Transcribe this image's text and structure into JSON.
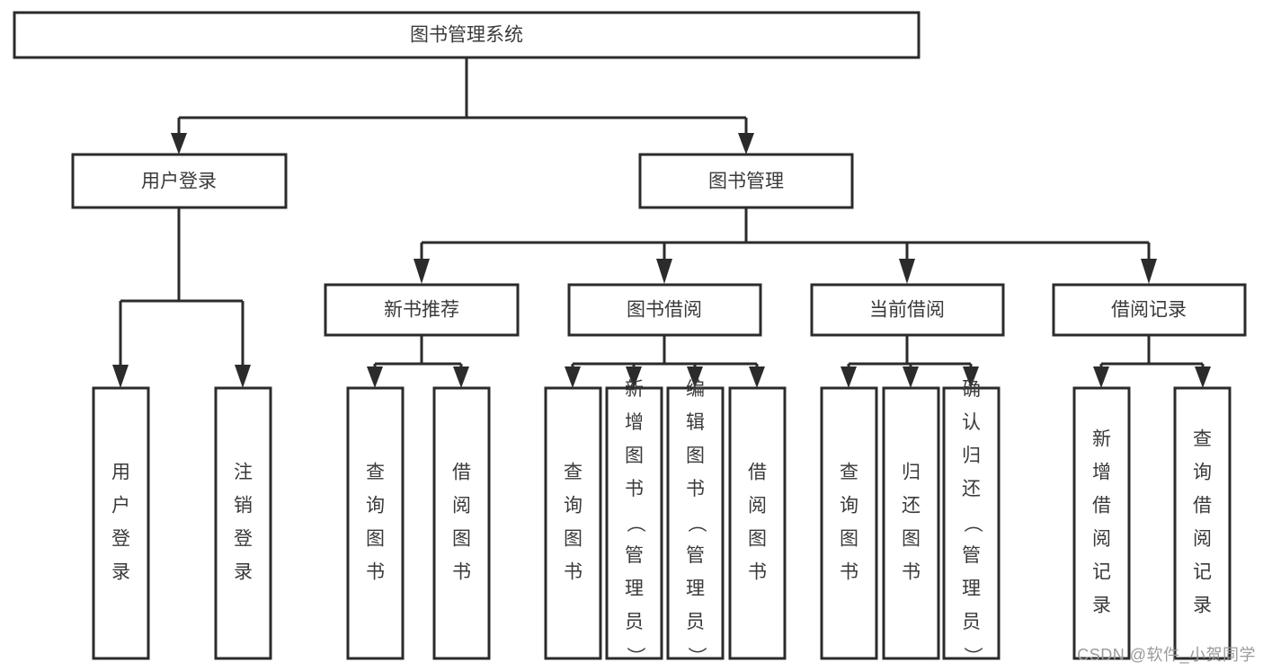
{
  "diagram": {
    "title_node": {
      "label": "图书管理系统"
    },
    "level2": [
      {
        "id": "user-login",
        "label": "用户登录"
      },
      {
        "id": "book-management",
        "label": "图书管理"
      }
    ],
    "level3": [
      {
        "id": "new-book-recommend",
        "label": "新书推荐"
      },
      {
        "id": "book-borrow",
        "label": "图书借阅"
      },
      {
        "id": "current-borrow",
        "label": "当前借阅"
      },
      {
        "id": "borrow-record",
        "label": "借阅记录"
      }
    ],
    "leaves": {
      "user_login": [
        {
          "id": "leaf-user-login",
          "label": "用户登录"
        },
        {
          "id": "leaf-logout-login",
          "label": "注销登录"
        }
      ],
      "new_book_recommend": [
        {
          "id": "leaf-query-book-1",
          "label": "查询图书"
        },
        {
          "id": "leaf-borrow-book-1",
          "label": "借阅图书"
        }
      ],
      "book_borrow": [
        {
          "id": "leaf-query-book-2",
          "label": "查询图书"
        },
        {
          "id": "leaf-add-book-admin",
          "label": "新增图书（管理员）"
        },
        {
          "id": "leaf-edit-book-admin",
          "label": "编辑图书（管理员）"
        },
        {
          "id": "leaf-borrow-book-2",
          "label": "借阅图书"
        }
      ],
      "current_borrow": [
        {
          "id": "leaf-query-book-3",
          "label": "查询图书"
        },
        {
          "id": "leaf-return-book",
          "label": "归还图书"
        },
        {
          "id": "leaf-confirm-return-admin",
          "label": "确认归还（管理员）"
        }
      ],
      "borrow_record": [
        {
          "id": "leaf-add-borrow-record",
          "label": "新增借阅记录"
        },
        {
          "id": "leaf-query-borrow-record",
          "label": "查询借阅记录"
        }
      ]
    }
  },
  "watermark": {
    "text": "CSDN @软件_小贺同学"
  },
  "colors": {
    "stroke": "#2b2b2b",
    "text": "#3a3a3a",
    "background": "#ffffff",
    "watermark": "#9a9a9a"
  }
}
